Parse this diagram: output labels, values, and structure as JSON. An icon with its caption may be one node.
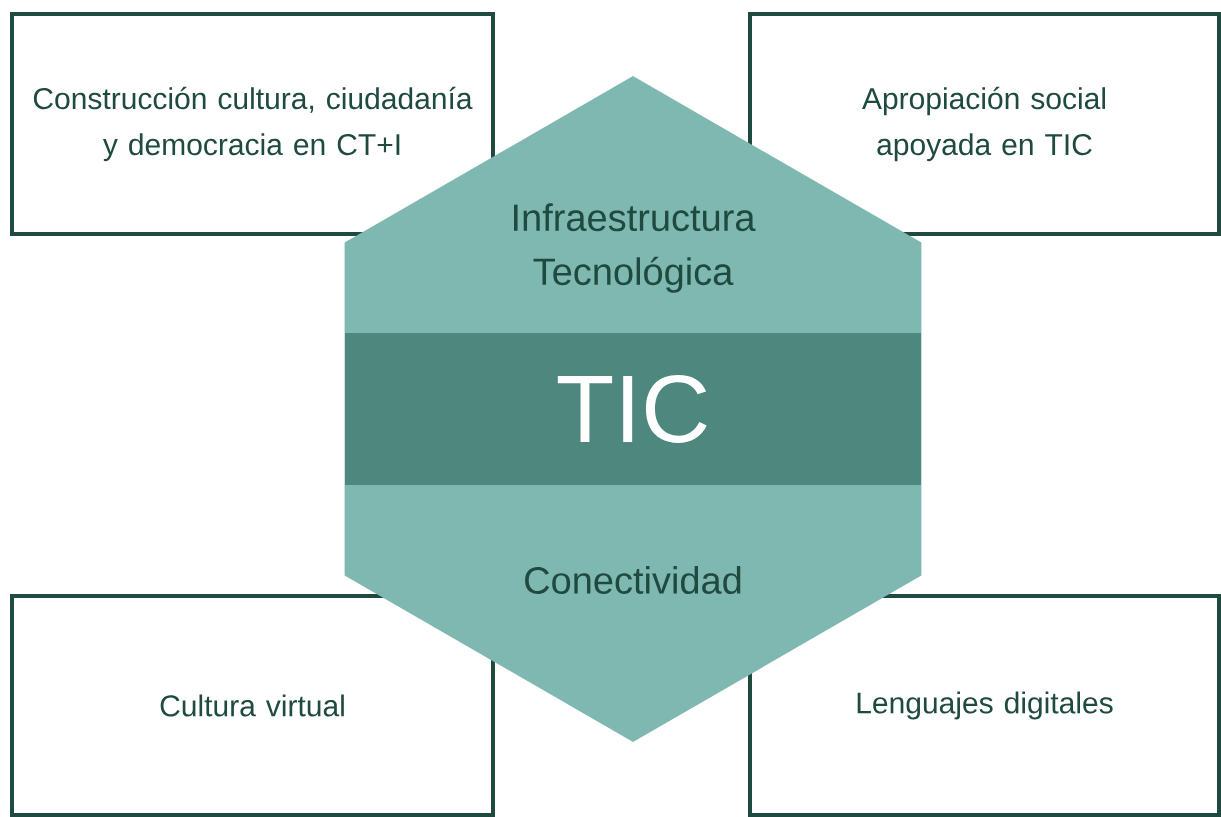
{
  "diagram": {
    "nodes": [
      {
        "text": [
          "Construcción cultura, ciudadanía y democracia en CT+I"
        ]
      },
      {
        "text": [
          "Apropiación social apoyada en TIC"
        ]
      },
      {
        "text": [
          "Infraestructura Tecnológica",
          "Conectividad"
        ]
      },
      {
        "text": [
          "TIC"
        ],
        "in": 2
      },
      {
        "text": [
          "Cultura virtual"
        ]
      },
      {
        "text": [
          "Lenguajes digitales"
        ]
      }
    ]
  }
}
